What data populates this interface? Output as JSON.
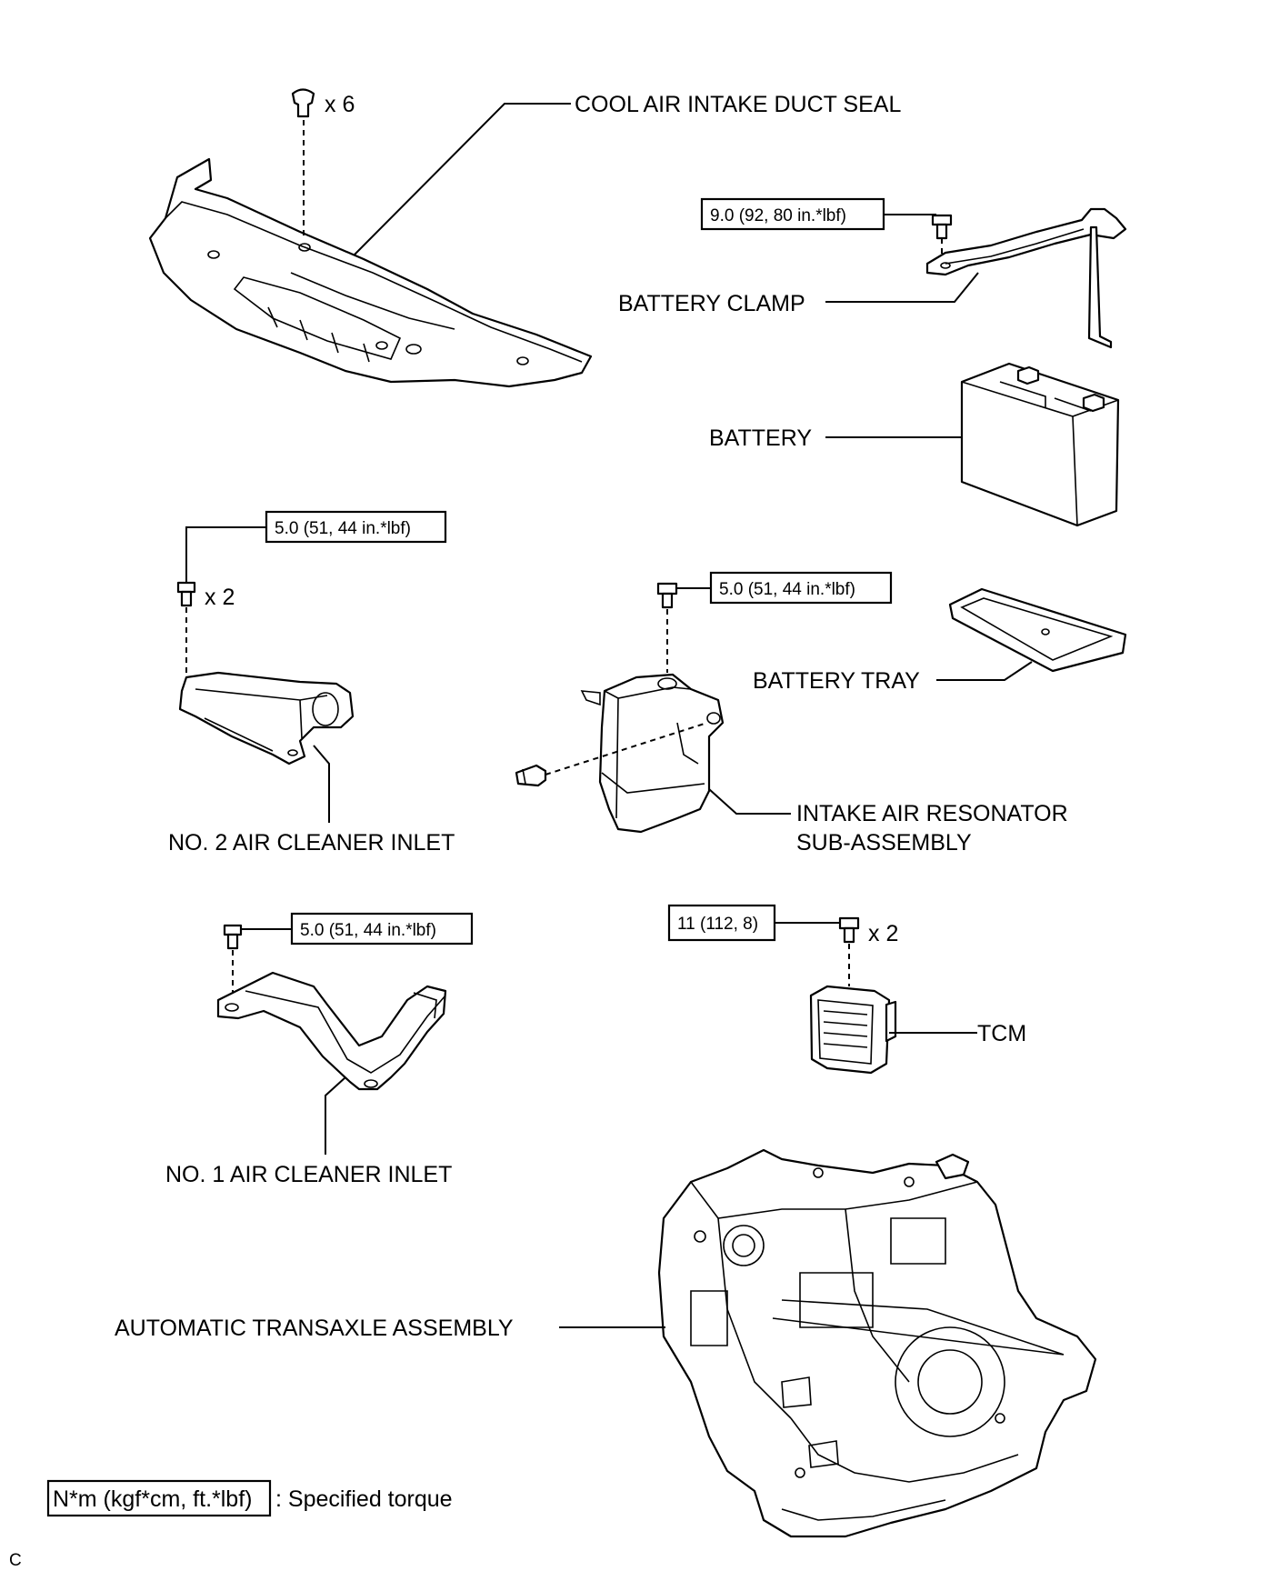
{
  "labels": {
    "cool_air_duct_seal": "COOL AIR INTAKE DUCT SEAL",
    "battery_clamp": "BATTERY CLAMP",
    "battery": "BATTERY",
    "battery_tray": "BATTERY TRAY",
    "no2_air_cleaner_inlet": "NO. 2 AIR CLEANER INLET",
    "intake_resonator_line1": "INTAKE AIR RESONATOR",
    "intake_resonator_line2": "SUB-ASSEMBLY",
    "no1_air_cleaner_inlet": "NO. 1 AIR CLEANER INLET",
    "tcm": "TCM",
    "transaxle": "AUTOMATIC TRANSAXLE ASSEMBLY"
  },
  "quantities": {
    "duct_seal_clips": "x 6",
    "no2_inlet_bolts": "x 2",
    "tcm_bolts": "x 2"
  },
  "torques": {
    "battery_clamp": "9.0 (92, 80 in.*lbf)",
    "no2_inlet": "5.0 (51, 44 in.*lbf)",
    "resonator": "5.0 (51, 44 in.*lbf)",
    "no1_inlet": "5.0 (51, 44 in.*lbf)",
    "tcm": "11 (112, 8)"
  },
  "legend": {
    "boxed": "N*m (kgf*cm, ft.*lbf)",
    "description": ": Specified torque"
  },
  "figure_code": "C"
}
